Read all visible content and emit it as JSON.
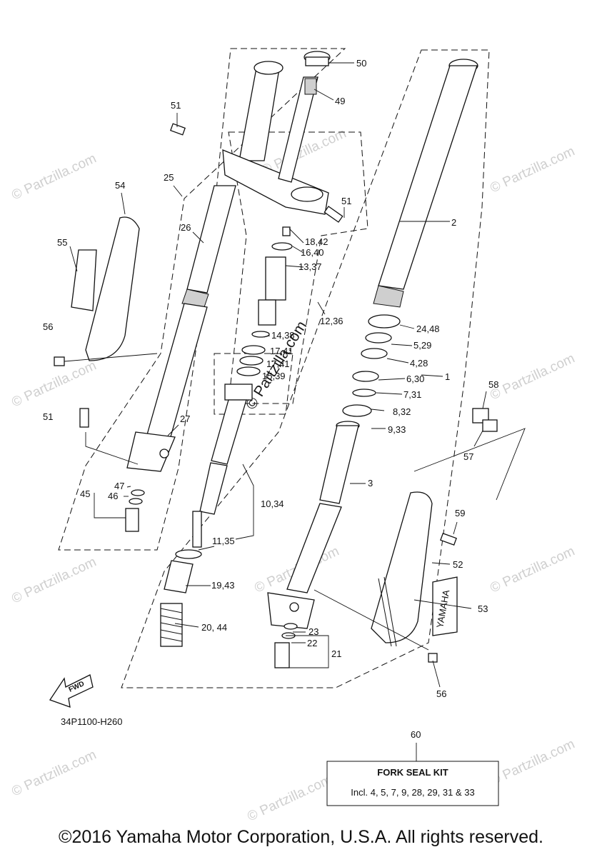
{
  "labels": [
    {
      "id": "50",
      "text": "50"
    },
    {
      "id": "49",
      "text": "49"
    },
    {
      "id": "51a",
      "text": "51"
    },
    {
      "id": "51b",
      "text": "51"
    },
    {
      "id": "51c",
      "text": "51"
    },
    {
      "id": "54",
      "text": "54"
    },
    {
      "id": "25",
      "text": "25"
    },
    {
      "id": "26",
      "text": "26"
    },
    {
      "id": "55",
      "text": "55"
    },
    {
      "id": "2",
      "text": "2"
    },
    {
      "id": "18_42",
      "text": "18,42"
    },
    {
      "id": "16_40",
      "text": "16,40"
    },
    {
      "id": "13_37",
      "text": "13,37"
    },
    {
      "id": "12_36",
      "text": "12,36"
    },
    {
      "id": "24_48",
      "text": "24,48"
    },
    {
      "id": "14_38",
      "text": "14,38"
    },
    {
      "id": "5_29",
      "text": "5,29"
    },
    {
      "id": "17_41a",
      "text": "17,41"
    },
    {
      "id": "17_41b",
      "text": "17,41"
    },
    {
      "id": "4_28",
      "text": "4,28"
    },
    {
      "id": "15_39",
      "text": "15,39"
    },
    {
      "id": "6_30",
      "text": "6,30"
    },
    {
      "id": "7_31",
      "text": "7,31"
    },
    {
      "id": "1",
      "text": "1"
    },
    {
      "id": "56a",
      "text": "56"
    },
    {
      "id": "58",
      "text": "58"
    },
    {
      "id": "8_32",
      "text": "8,32"
    },
    {
      "id": "27",
      "text": "27"
    },
    {
      "id": "9_33",
      "text": "9,33"
    },
    {
      "id": "57",
      "text": "57"
    },
    {
      "id": "3",
      "text": "3"
    },
    {
      "id": "47",
      "text": "47"
    },
    {
      "id": "45",
      "text": "45"
    },
    {
      "id": "46",
      "text": "46"
    },
    {
      "id": "10_34",
      "text": "10,34"
    },
    {
      "id": "59",
      "text": "59"
    },
    {
      "id": "11_35",
      "text": "11,35"
    },
    {
      "id": "52",
      "text": "52"
    },
    {
      "id": "19_43",
      "text": "19,43"
    },
    {
      "id": "53",
      "text": "53"
    },
    {
      "id": "20_44",
      "text": "20, 44"
    },
    {
      "id": "23",
      "text": "23"
    },
    {
      "id": "22",
      "text": "22"
    },
    {
      "id": "21",
      "text": "21"
    },
    {
      "id": "56b",
      "text": "56"
    },
    {
      "id": "60",
      "text": "60"
    }
  ],
  "fwd_label": "FWD",
  "fender_brand": "YAMAHA",
  "diagram_code": "34P1100-H260",
  "kit": {
    "title": "FORK SEAL KIT",
    "contents": "Incl. 4, 5, 7, 9, 28, 29, 31 & 33"
  },
  "watermark": "© Partzilla.com",
  "copyright": "©2016 Yamaha Motor Corporation, U.S.A. All rights reserved."
}
